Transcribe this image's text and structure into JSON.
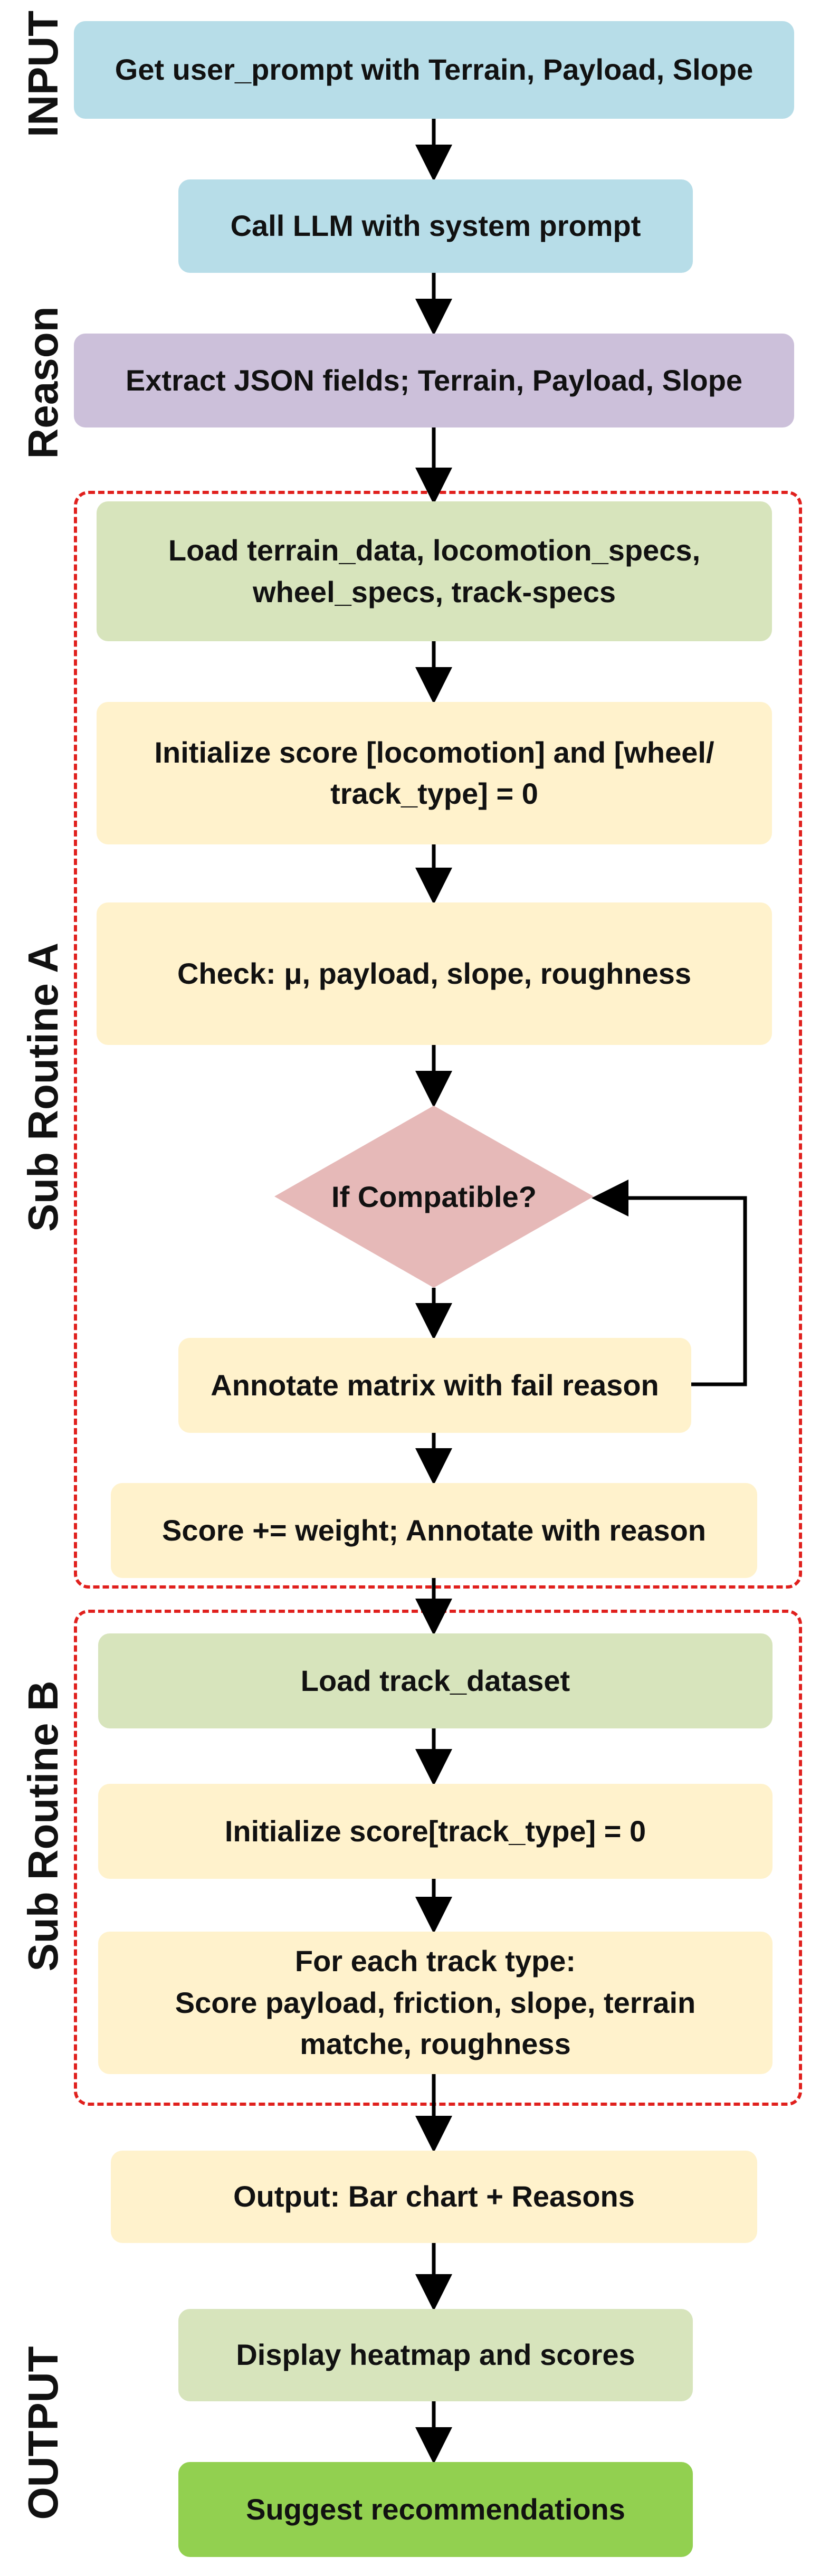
{
  "colors": {
    "input_box": "#b7dde8",
    "reason_box": "#ccc0da",
    "load_box": "#d7e4bc",
    "process_box": "#fff2cc",
    "decision_diamond": "#e6b9b8",
    "output_box": "#d7e4bc",
    "recommend_box": "#92d050",
    "region_border": "#e0201d",
    "arrow": "#000000"
  },
  "side_labels": {
    "input": "INPUT",
    "reason": "Reason",
    "sub_a": "Sub Routine A",
    "sub_b": "Sub Routine B",
    "output": "OUTPUT"
  },
  "nodes": {
    "get_prompt": "Get user_prompt with Terrain, Payload, Slope",
    "call_llm": "Call LLM with system prompt",
    "extract_json": "Extract JSON fields; Terrain, Payload, Slope",
    "load_data": "Load terrain_data, locomotion_specs,\nwheel_specs, track-specs",
    "init_score_a": "Initialize score [locomotion] and [wheel/\ntrack_type] = 0",
    "check": "Check: μ, payload, slope, roughness",
    "if_compatible": "If Compatible?",
    "annotate_fail": "Annotate matrix with fail reason",
    "score_weight": "Score += weight; Annotate with reason",
    "load_track": "Load track_dataset",
    "init_score_b": "Initialize score[track_type] = 0",
    "for_each_track": "For each track type:\nScore payload, friction, slope, terrain\nmatche, roughness",
    "output_chart": "Output: Bar chart + Reasons",
    "display_heatmap": "Display heatmap and scores",
    "suggest": "Suggest recommendations"
  }
}
